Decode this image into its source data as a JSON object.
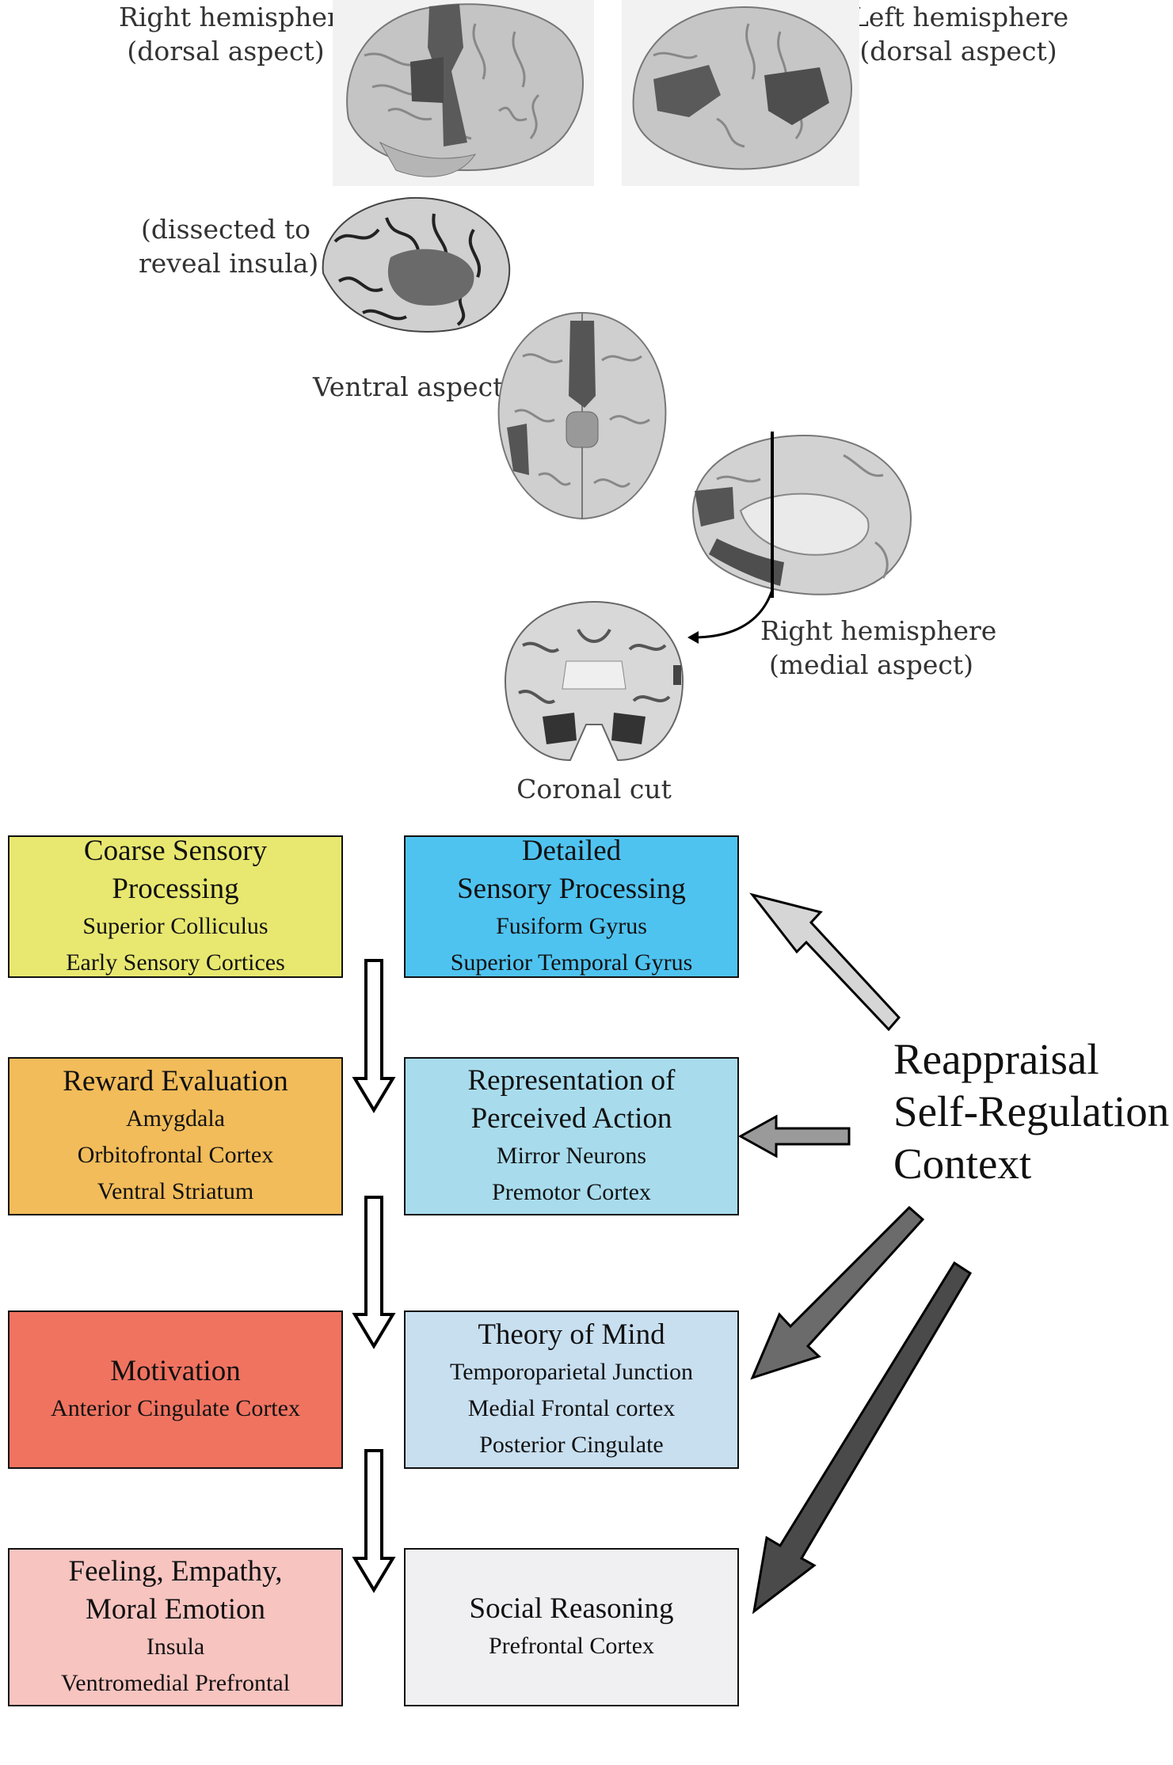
{
  "figure": {
    "labels": {
      "right_dorsal": [
        "Right hemisphere",
        "(dorsal aspect)"
      ],
      "left_dorsal": [
        "Left hemisphere",
        "(dorsal aspect)"
      ],
      "insula": [
        "(dissected to",
        "reveal insula)"
      ],
      "ventral": "Ventral aspect",
      "right_medial": [
        "Right hemisphere",
        "(medial aspect)"
      ],
      "coronal": "Coronal cut"
    }
  },
  "left_column": [
    {
      "title": [
        "Coarse Sensory",
        "Processing"
      ],
      "items": [
        "Superior Colliculus",
        "Early Sensory Cortices"
      ],
      "color": "#e8e870"
    },
    {
      "title": [
        "Reward Evaluation"
      ],
      "items": [
        "Amygdala",
        "Orbitofrontal Cortex",
        "Ventral Striatum"
      ],
      "color": "#f2bc5a"
    },
    {
      "title": [
        "Motivation"
      ],
      "items": [
        "Anterior Cingulate Cortex"
      ],
      "color": "#f07360"
    },
    {
      "title": [
        "Feeling, Empathy,",
        "Moral Emotion"
      ],
      "items": [
        "Insula",
        "Ventromedial Prefrontal"
      ],
      "color": "#f7c4c0"
    }
  ],
  "right_column": [
    {
      "title": [
        "Detailed",
        "Sensory Processing"
      ],
      "items": [
        "Fusiform Gyrus",
        "Superior Temporal Gyrus"
      ],
      "color": "#4fc3f0"
    },
    {
      "title": [
        "Representation of",
        "Perceived Action"
      ],
      "items": [
        "Mirror Neurons",
        "Premotor Cortex"
      ],
      "color": "#a8dced"
    },
    {
      "title": [
        "Theory of Mind"
      ],
      "items": [
        "Temporoparietal Junction",
        "Medial Frontal cortex",
        "Posterior Cingulate"
      ],
      "color": "#c8dff0"
    },
    {
      "title": [
        "Social Reasoning"
      ],
      "items": [
        "Prefrontal Cortex"
      ],
      "color": "#f0f0f2"
    }
  ],
  "modulators": [
    "Reappraisal",
    "Self-Regulation",
    "Context"
  ]
}
